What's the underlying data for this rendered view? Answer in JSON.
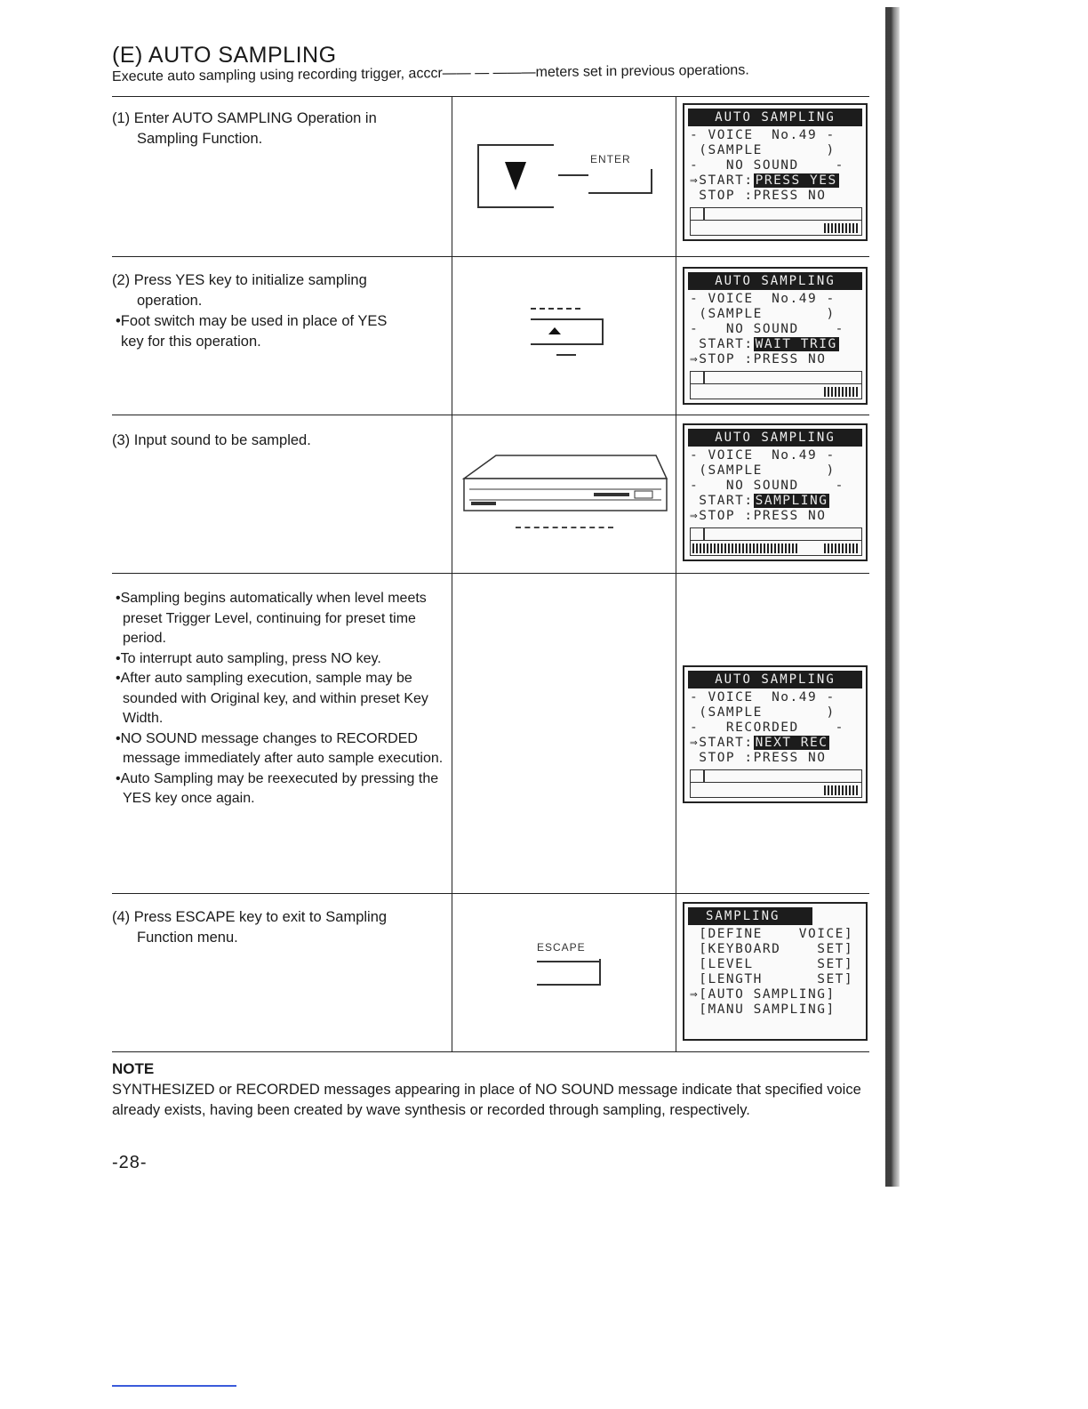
{
  "section": {
    "title": "(E) AUTO SAMPLING",
    "subtitle": "Execute auto sampling using recording trigger, acccr—— — ———meters set in previous operations."
  },
  "steps": [
    {
      "num": "(1)",
      "line1": "Enter AUTO SAMPLING Operation in",
      "line2": "Sampling Function."
    },
    {
      "num": "(2)",
      "line1": "Press YES key to initialize sampling",
      "line2": "operation.",
      "note1": "•Foot switch may be used in place of YES",
      "note2": "key for this operation."
    },
    {
      "num": "(3)",
      "line1": "Input sound to be sampled."
    },
    {
      "num": "(4)",
      "line1": "Press ESCAPE key to exit to Sampling",
      "line2": "Function menu."
    }
  ],
  "bullets": [
    "•Sampling begins automatically when level meets preset Trigger Level, continuing for preset time period.",
    "•To interrupt auto sampling, press NO key.",
    "•After auto sampling execution, sample may be sounded with Original key, and within preset Key Width.",
    "•NO SOUND message changes to RECORDED message immediately after auto sample execution.",
    "•Auto Sampling may be reexecuted by pressing the YES key once again."
  ],
  "keys": {
    "enter": "ENTER",
    "escape": "ESCAPE"
  },
  "screens": [
    {
      "header": "AUTO SAMPLING",
      "l1": "- VOICE  No.49 -",
      "l2": " (SAMPLE       )",
      "l3": "-   NO SOUND    -",
      "l4a": "⇒START:",
      "l4b": "PRESS YES",
      "l5": " STOP :PRESS NO"
    },
    {
      "header": "AUTO SAMPLING",
      "l1": "- VOICE  No.49 -",
      "l2": " (SAMPLE       )",
      "l3": "-   NO SOUND    -",
      "l4a": " START:",
      "l4b": "WAIT TRIG",
      "l5": "⇒STOP :PRESS NO"
    },
    {
      "header": "AUTO SAMPLING",
      "l1": "- VOICE  No.49 -",
      "l2": " (SAMPLE       )",
      "l3": "-   NO SOUND    -",
      "l4a": " START:",
      "l4b": "SAMPLING",
      "l5": "⇒STOP :PRESS NO"
    },
    {
      "header": "AUTO SAMPLING",
      "l1": "- VOICE  No.49 -",
      "l2": " (SAMPLE       )",
      "l3": "-   RECORDED    -",
      "l4a": "⇒START:",
      "l4b": "NEXT REC",
      "l5": " STOP :PRESS NO"
    }
  ],
  "menu_screen": {
    "header": "SAMPLING",
    "items": [
      " [DEFINE    VOICE]",
      " [KEYBOARD    SET]",
      " [LEVEL       SET]",
      " [LENGTH      SET]",
      "⇒[AUTO SAMPLING]",
      " [MANU SAMPLING]"
    ]
  },
  "note": {
    "title": "NOTE",
    "text": "SYNTHESIZED or RECORDED messages appearing in place of NO SOUND message indicate that specified voice already exists, having been created by wave synthesis or recorded through sampling, respectively."
  },
  "page_number": "-28-"
}
